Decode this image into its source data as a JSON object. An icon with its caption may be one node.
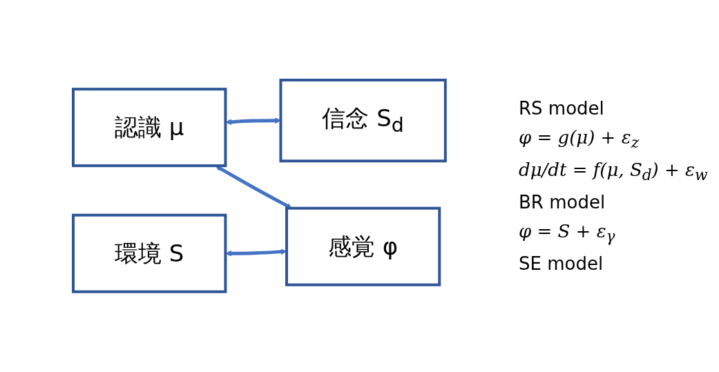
{
  "diagram": {
    "nodes": [
      {
        "text": [
          "認識 μ"
        ]
      },
      {
        "text": [
          "信念 S$_{d}$"
        ]
      },
      {
        "text": [
          "環境 S"
        ]
      },
      {
        "text": [
          "感覚 φ"
        ]
      }
    ],
    "edges": [
      {
        "from": 0,
        "to": 1,
        "arrow": "both"
      },
      {
        "from": 0,
        "to": 3,
        "arrow": "both"
      },
      {
        "from": 2,
        "to": 3,
        "arrow": "both"
      }
    ],
    "labels": [
      "RS model",
      "φ = g(μ) + ε$_{z}$",
      "dμ/dt = f(μ, S$_{d}$) + ε$_{w}$",
      "BR model",
      "φ = S + ε$_{γ}$",
      "SE model"
    ]
  }
}
